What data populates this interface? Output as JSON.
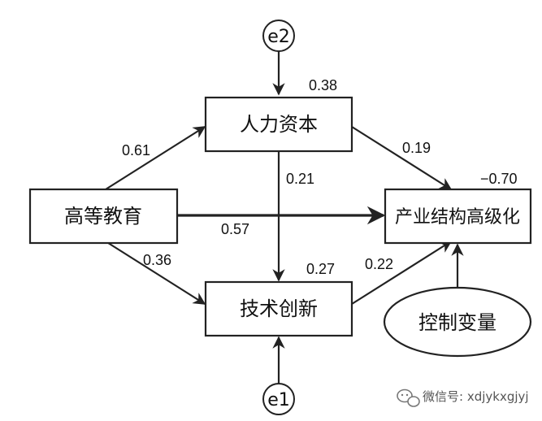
{
  "nodes": {
    "higher_education": "高等教育",
    "human_capital": "人力资本",
    "tech_innovation": "技术创新",
    "industry_upgrade": "产业结构高级化",
    "control_vars": "控制变量",
    "e1": "e1",
    "e2": "e2"
  },
  "coefficients": {
    "edu_to_human": "0.61",
    "edu_to_tech": "0.36",
    "edu_to_industry": "0.57",
    "human_to_tech": "0.21",
    "human_to_industry": "0.19",
    "tech_to_industry": "0.22",
    "r2_human": "0.38",
    "r2_tech": "0.27",
    "r2_industry": "−0.70"
  },
  "watermark": {
    "text": "微信号: xdjykxgjyj"
  }
}
